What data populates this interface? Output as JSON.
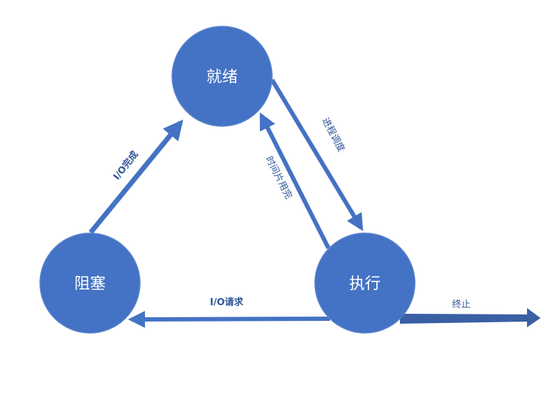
{
  "colors": {
    "node_fill": "#4472c4",
    "node_stroke": "#5a84cc",
    "arrow": "#4472c4",
    "exit_arrow": "#3a5fa3",
    "edge_label": "#2f5597"
  },
  "nodes": {
    "ready": "就绪",
    "running": "执行",
    "blocked": "阻塞"
  },
  "edges": {
    "dispatch": "进程调度",
    "timeout": "时间片用完",
    "io_request": "I/O请求",
    "io_complete": "I/O完成",
    "terminate": "终止"
  }
}
